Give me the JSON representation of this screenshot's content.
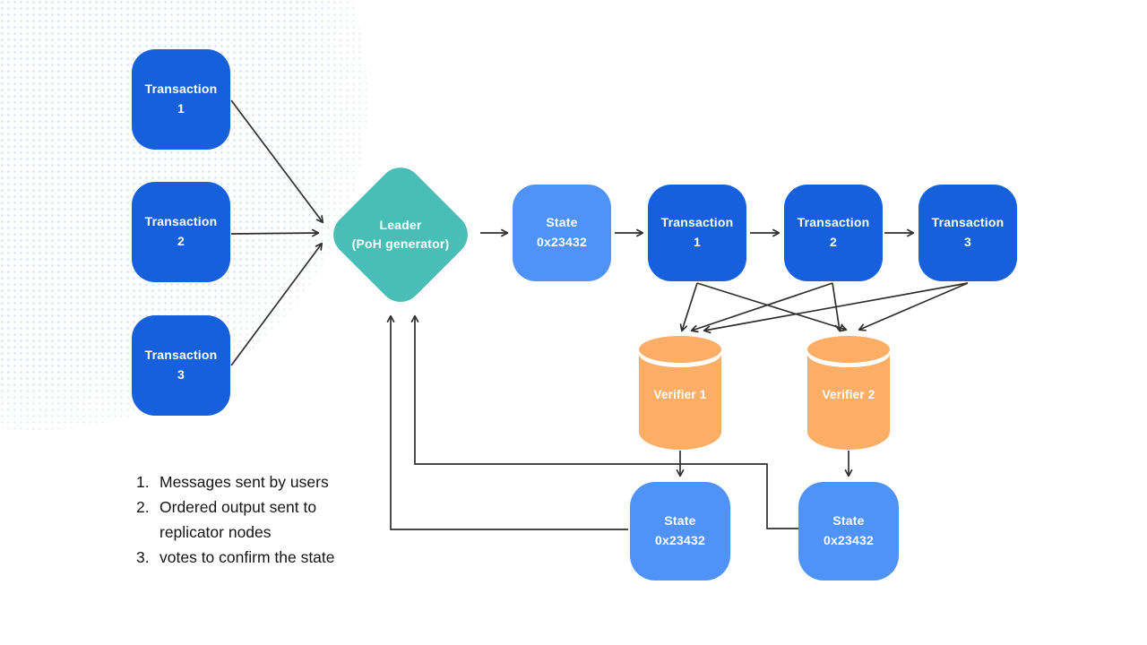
{
  "diagram": {
    "colors": {
      "primary_blue": "#1661DB",
      "state_blue": "#4F93F9",
      "teal": "#48BEB6",
      "orange": "#FCAE66",
      "arrow": "#2F2F2F",
      "text_dark": "#141414",
      "blob_dot": "#D7E3F3"
    },
    "input_transactions": [
      {
        "line1": "Transaction",
        "line2": "1"
      },
      {
        "line1": "Transaction",
        "line2": "2"
      },
      {
        "line1": "Transaction",
        "line2": "3"
      }
    ],
    "leader": {
      "line1": "Leader",
      "line2": "(PoH generator)"
    },
    "state_initial": {
      "line1": "State",
      "line2": "0x23432"
    },
    "chain_transactions": [
      {
        "line1": "Transaction",
        "line2": "1"
      },
      {
        "line1": "Transaction",
        "line2": "2"
      },
      {
        "line1": "Transaction",
        "line2": "3"
      }
    ],
    "verifiers": [
      {
        "label": "Verifier 1"
      },
      {
        "label": "Verifier 2"
      }
    ],
    "verifier_states": [
      {
        "line1": "State",
        "line2": "0x23432"
      },
      {
        "line1": "State",
        "line2": "0x23432"
      }
    ],
    "legend": {
      "items": [
        {
          "num": "1.",
          "text": "Messages sent by users"
        },
        {
          "num": "2.",
          "text": "Ordered output sent to replicator nodes"
        },
        {
          "num": "3.",
          "text": "votes to confirm the state"
        }
      ]
    }
  }
}
